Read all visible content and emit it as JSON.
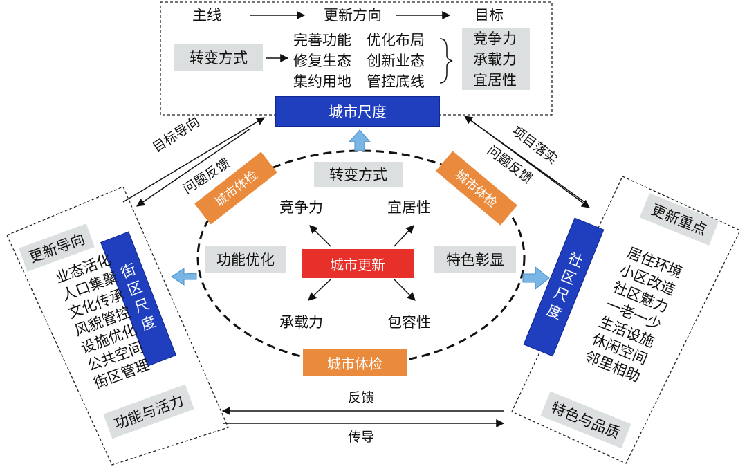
{
  "top": {
    "header_main": "主线",
    "header_direction": "更新方向",
    "header_goal": "目标",
    "transform_label": "转变方式",
    "directions": [
      "完善功能",
      "优化布局",
      "修复生态",
      "创新业态",
      "集约用地",
      "管控底线"
    ],
    "goals": [
      "竞争力",
      "承载力",
      "宜居性"
    ]
  },
  "city_scale": "城市尺度",
  "street_scale": "街区尺度",
  "community_scale": "社区尺度",
  "center": {
    "core": "城市更新",
    "transform": "转变方式",
    "competitiveness": "竞争力",
    "livability": "宜居性",
    "capacity": "承载力",
    "inclusiveness": "包容性",
    "function_opt": "功能优化",
    "feature_show": "特色彰显",
    "checkup": "城市体检"
  },
  "left_links": {
    "goal_oriented": "目标导向",
    "problem_feedback": "问题反馈"
  },
  "right_links": {
    "project_impl": "项目落实",
    "problem_feedback": "问题反馈"
  },
  "street": {
    "orientation": "更新导向",
    "items": [
      "业态活化",
      "人口集聚",
      "文化传承",
      "风貌管控",
      "设施优化",
      "公共空间",
      "街区管理"
    ],
    "footer": "功能与活力"
  },
  "community": {
    "focus": "更新重点",
    "items": [
      "居住环境",
      "小区改造",
      "社区魅力",
      "一老一少",
      "生活设施",
      "休闲空间",
      "邻里相助"
    ],
    "footer": "特色与品质"
  },
  "bottom": {
    "feedback": "反馈",
    "conduct": "传导"
  }
}
